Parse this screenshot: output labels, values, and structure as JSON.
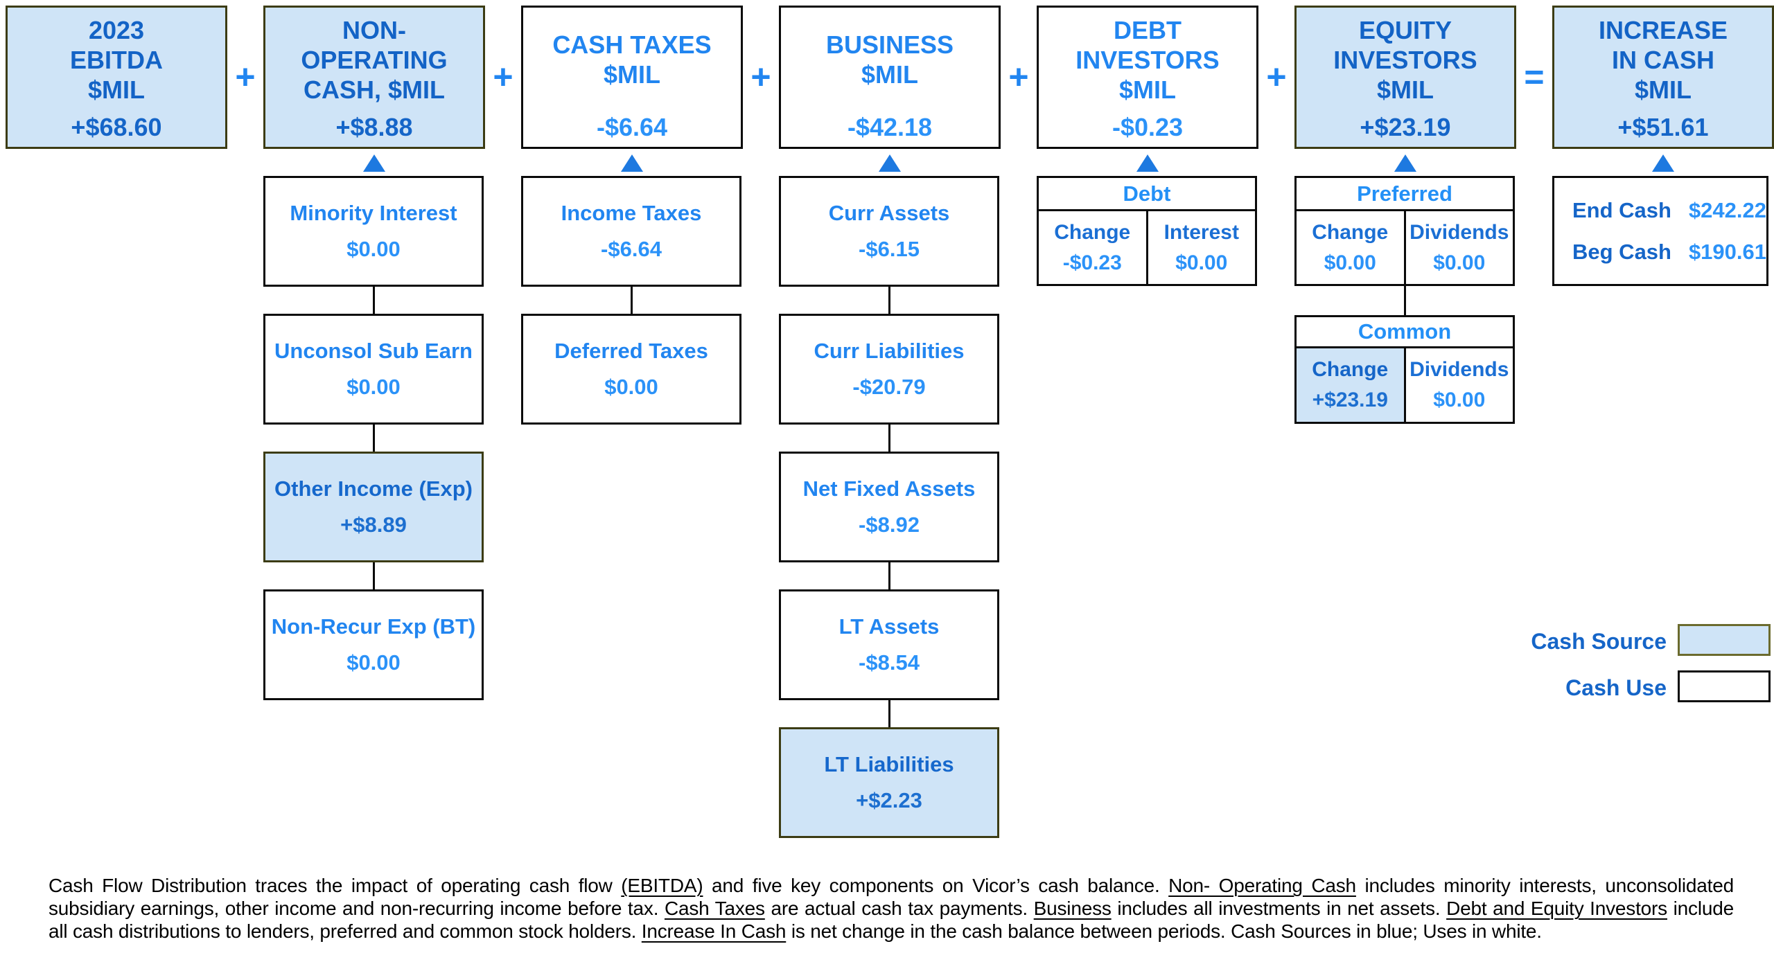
{
  "header_row": {
    "boxes": [
      {
        "label": "2023\nEBITDA\n$MIL",
        "value": "+$68.60",
        "type": "source"
      },
      {
        "label": "NON-\nOPERATING\nCASH, $MIL",
        "value": "+$8.88",
        "type": "source"
      },
      {
        "label": "CASH TAXES\n$MIL",
        "value": "-$6.64",
        "type": "use"
      },
      {
        "label": "BUSINESS\n$MIL",
        "value": "-$42.18",
        "type": "use"
      },
      {
        "label": "DEBT\nINVESTORS\n$MIL",
        "value": "-$0.23",
        "type": "use"
      },
      {
        "label": "EQUITY\nINVESTORS\n$MIL",
        "value": "+$23.19",
        "type": "source"
      },
      {
        "label": "INCREASE\nIN CASH\n$MIL",
        "value": "+$51.61",
        "type": "source"
      }
    ],
    "operators": [
      "+",
      "+",
      "+",
      "+",
      "+",
      "="
    ]
  },
  "non_operating_column": {
    "items": [
      {
        "label": "Minority Interest",
        "value": "$0.00",
        "type": "use"
      },
      {
        "label": "Unconsol Sub Earn",
        "value": "$0.00",
        "type": "use"
      },
      {
        "label": "Other Income (Exp)",
        "value": "+$8.89",
        "type": "source"
      },
      {
        "label": "Non-Recur Exp (BT)",
        "value": "$0.00",
        "type": "use"
      }
    ]
  },
  "cash_taxes_column": {
    "items": [
      {
        "label": "Income Taxes",
        "value": "-$6.64",
        "type": "use"
      },
      {
        "label": "Deferred Taxes",
        "value": "$0.00",
        "type": "use"
      }
    ]
  },
  "business_column": {
    "items": [
      {
        "label": "Curr Assets",
        "value": "-$6.15",
        "type": "use"
      },
      {
        "label": "Curr Liabilities",
        "value": "-$20.79",
        "type": "use"
      },
      {
        "label": "Net Fixed Assets",
        "value": "-$8.92",
        "type": "use"
      },
      {
        "label": "LT Assets",
        "value": "-$8.54",
        "type": "use"
      },
      {
        "label": "LT Liabilities",
        "value": "+$2.23",
        "type": "source"
      }
    ]
  },
  "debt_table": {
    "title": "Debt",
    "columns": [
      {
        "label": "Change",
        "value": "-$0.23",
        "type": "use"
      },
      {
        "label": "Interest",
        "value": "$0.00",
        "type": "use"
      }
    ]
  },
  "equity_tables": [
    {
      "title": "Preferred",
      "columns": [
        {
          "label": "Change",
          "value": "$0.00",
          "type": "use"
        },
        {
          "label": "Dividends",
          "value": "$0.00",
          "type": "use"
        }
      ]
    },
    {
      "title": "Common",
      "columns": [
        {
          "label": "Change",
          "value": "+$23.19",
          "type": "source"
        },
        {
          "label": "Dividends",
          "value": "$0.00",
          "type": "use"
        }
      ]
    }
  ],
  "cash_summary": {
    "rows": [
      {
        "label": "End Cash",
        "value": "$242.22"
      },
      {
        "label": "Beg Cash",
        "value": "$190.61"
      }
    ]
  },
  "legend": {
    "items": [
      {
        "label": "Cash Source",
        "swatch": "source"
      },
      {
        "label": "Cash Use",
        "swatch": "use"
      }
    ]
  },
  "footnote": {
    "segments": [
      {
        "text": "Cash Flow Distribution traces the impact of operating cash flow ",
        "u": false
      },
      {
        "text": "(EBITDA)",
        "u": true
      },
      {
        "text": " and five key components on Vicor’s cash balance.  ",
        "u": false
      },
      {
        "text": "Non- Operating Cash",
        "u": true
      },
      {
        "text": " includes minority interests, unconsolidated subsidiary earnings, other income and non-recurring income before tax.  ",
        "u": false
      },
      {
        "text": "Cash Taxes",
        "u": true
      },
      {
        "text": " are actual cash tax payments.  ",
        "u": false
      },
      {
        "text": "Business",
        "u": true
      },
      {
        "text": " includes all investments in net assets.  ",
        "u": false
      },
      {
        "text": "Debt and Equity Investors",
        "u": true
      },
      {
        "text": " include all cash distributions to lenders, preferred and common stock holders.  ",
        "u": false
      },
      {
        "text": "Increase In Cash",
        "u": true
      },
      {
        "text": " is net change in the cash balance between periods.  Cash Sources in blue;  Uses in white.",
        "u": false
      }
    ]
  },
  "colors": {
    "source_fill": "#cfe4f7",
    "box_border": "#000000",
    "label_dark_blue": "#1565c8",
    "label_bright_blue": "#2185f0",
    "value_bright_blue": "#2b92f8",
    "arrow_blue": "#1d79e0",
    "footnote_text": "#000000"
  }
}
